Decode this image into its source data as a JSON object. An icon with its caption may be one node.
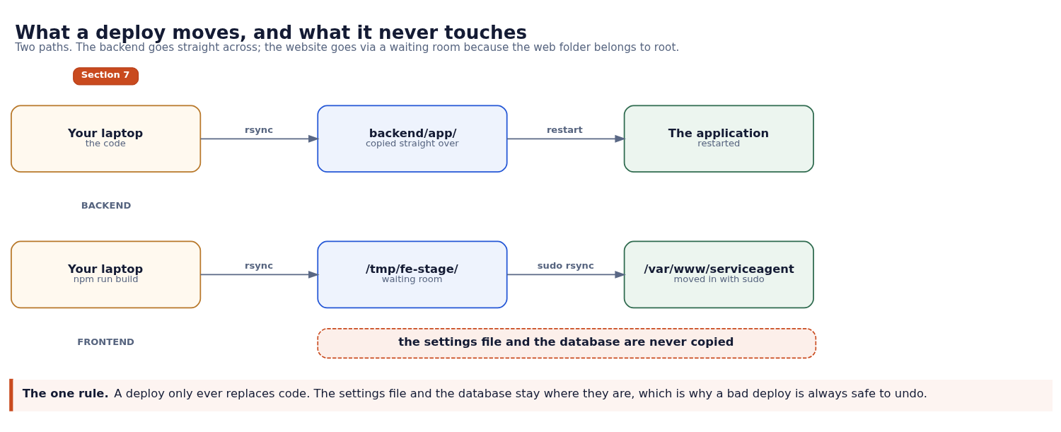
{
  "diagram": {
    "title": "What a deploy moves, and what it never touches",
    "caption": "Two paths. The backend goes straight across; the website goes via a waiting room because the web folder belongs to root.",
    "nodes": [
      {
        "text": [
          "Section 7"
        ]
      },
      {
        "text": [
          "Your laptop",
          "the code"
        ]
      },
      {
        "text": [
          "backend/app/",
          "copied straight over"
        ]
      },
      {
        "text": [
          "The application",
          "restarted"
        ]
      },
      {
        "text": [
          "Your laptop",
          "npm run build"
        ]
      },
      {
        "text": [
          "/tmp/fe-stage/",
          "waiting room"
        ]
      },
      {
        "text": [
          "/var/www/serviceagent",
          "moved in with sudo"
        ]
      },
      {
        "text": [
          "the settings file and the database are never copied"
        ]
      },
      {
        "text": [
          "The one rule.",
          "A deploy only ever replaces code. The settings file and the database stay where they are, which is why a bad deploy is always safe to undo."
        ]
      }
    ],
    "edges": [
      {
        "from": 1,
        "to": 2,
        "arrow": "to",
        "label": "rsync"
      },
      {
        "from": 2,
        "to": 3,
        "arrow": "to",
        "label": "restart"
      },
      {
        "from": 4,
        "to": 5,
        "arrow": "to",
        "label": "rsync"
      },
      {
        "from": 5,
        "to": 6,
        "arrow": "to",
        "label": "sudo rsync"
      }
    ],
    "labels": [
      "BACKEND",
      "FRONTEND"
    ]
  }
}
